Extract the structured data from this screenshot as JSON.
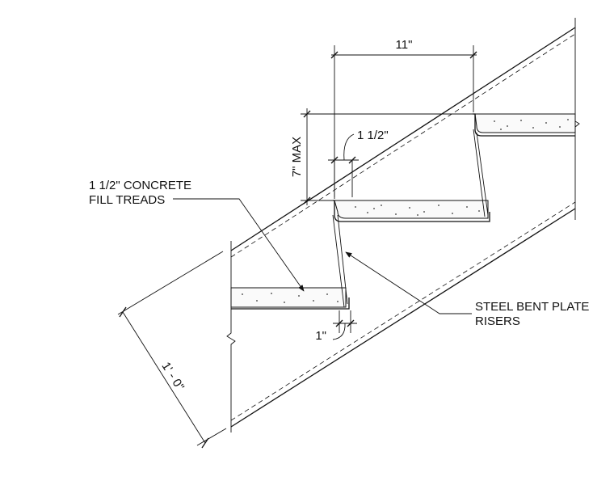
{
  "dimensions": {
    "tread_depth": "11\"",
    "riser_height": "7\" MAX",
    "fill_thickness": "1 1/2\"",
    "plate_offset": "1\"",
    "stringer_depth": "1' - 0\""
  },
  "callouts": {
    "concrete_fill": [
      "1 1/2\" CONCRETE",
      "FILL TREADS"
    ],
    "steel_risers": [
      "STEEL BENT PLATE",
      "RISERS"
    ]
  }
}
